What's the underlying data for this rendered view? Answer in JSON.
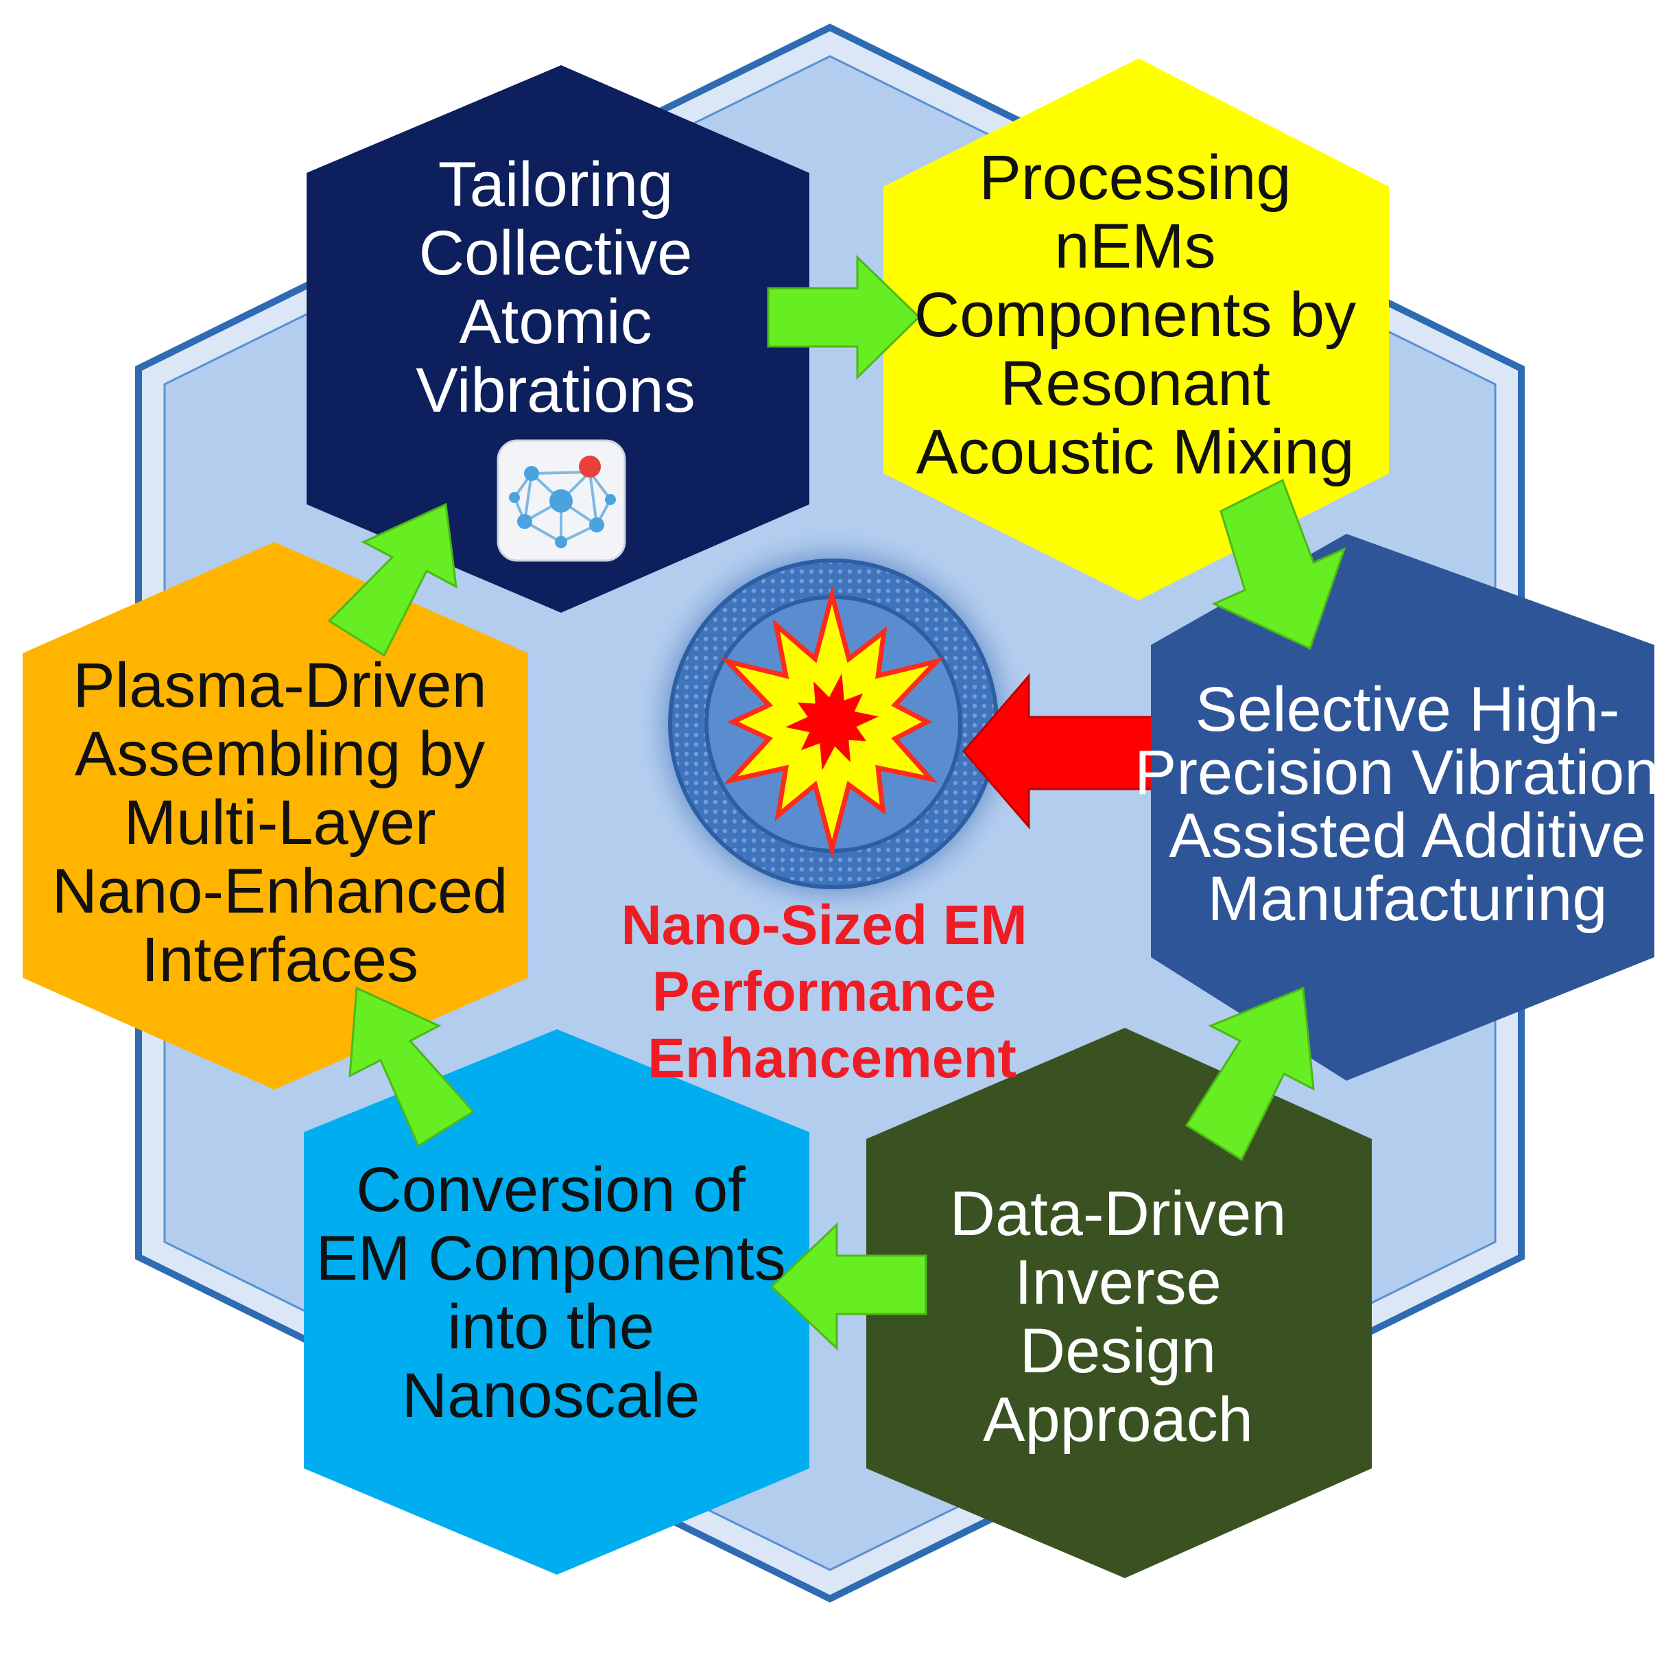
{
  "center": {
    "title_lines": [
      "Nano-Sized EM",
      "Performance",
      "Enhancement"
    ],
    "title_color": "#ee1c24"
  },
  "stages": [
    {
      "id": "tailoring",
      "lines": [
        "Tailoring",
        "Collective",
        "Atomic",
        "Vibrations"
      ],
      "fill": "#0d1f5c",
      "text_color": "#ffffff",
      "icon": "molecule-network-icon"
    },
    {
      "id": "processing",
      "lines": [
        "Processing",
        "nEMs",
        "Components by",
        "Resonant",
        "Acoustic Mixing"
      ],
      "fill": "#ffff00",
      "text_color": "#111111"
    },
    {
      "id": "selective",
      "lines": [
        "Selective High-",
        "Precision Vibration-",
        "Assisted Additive",
        "Manufacturing"
      ],
      "fill": "#2e5597",
      "text_color": "#ffffff"
    },
    {
      "id": "data-driven",
      "lines": [
        "Data-Driven",
        "Inverse",
        "Design",
        "Approach"
      ],
      "fill": "#3a5221",
      "text_color": "#ffffff"
    },
    {
      "id": "conversion",
      "lines": [
        "Conversion of",
        "EM Components",
        "into the",
        "Nanoscale"
      ],
      "fill": "#00aeef",
      "text_color": "#111111"
    },
    {
      "id": "plasma",
      "lines": [
        "Plasma-Driven",
        "Assembling by",
        "Multi-Layer",
        "Nano-Enhanced",
        "Interfaces"
      ],
      "fill": "#ffb400",
      "text_color": "#111111"
    }
  ],
  "colors": {
    "outer_hex_fill": "#dbe7f7",
    "outer_hex_stroke": "#2f6bb3",
    "inner_hex_fill": "#b3cdee",
    "flow_arrow": "#66ee22",
    "center_arrow": "#ff0000",
    "burst_outer": "#ffff00",
    "burst_inner": "#ff0000",
    "ring": "#3d78c0"
  }
}
